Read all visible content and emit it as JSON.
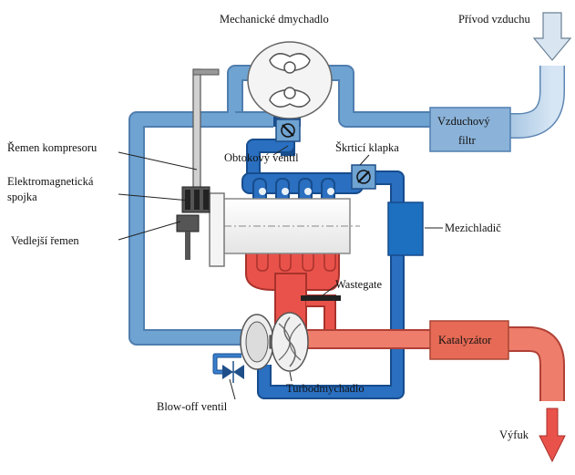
{
  "diagram": {
    "labels": {
      "mechanical_blower": "Mechanické dmychadlo",
      "air_intake": "Přívod vzduchu",
      "air_filter_line1": "Vzduchový",
      "air_filter_line2": "filtr",
      "compressor_belt": "Řemen kompresoru",
      "bypass_valve": "Obtokový ventil",
      "throttle_valve": "Škrticí klapka",
      "electromagnetic_clutch_line1": "Elektromagnetická",
      "electromagnetic_clutch_line2": "spojka",
      "intercooler": "Mezichladič",
      "auxiliary_belt": "Vedlejší řemen",
      "wastegate": "Wastegate",
      "catalyst": "Katalyzátor",
      "turbocharger": "Turbodmychadlo",
      "blow_off_valve": "Blow-off ventil",
      "exhaust": "Výfuk"
    },
    "colors": {
      "intake_pipe": "#6a9fd0",
      "intake_pipe_light": "#a9c7e3",
      "charge_pipe": "#1f63b4",
      "intercooler": "#1d6fc0",
      "exhaust_pipe": "#e9524a",
      "exhaust_cool": "#ee7e6b",
      "engine_block": "#f2f2f2",
      "outline": "#333333"
    }
  }
}
